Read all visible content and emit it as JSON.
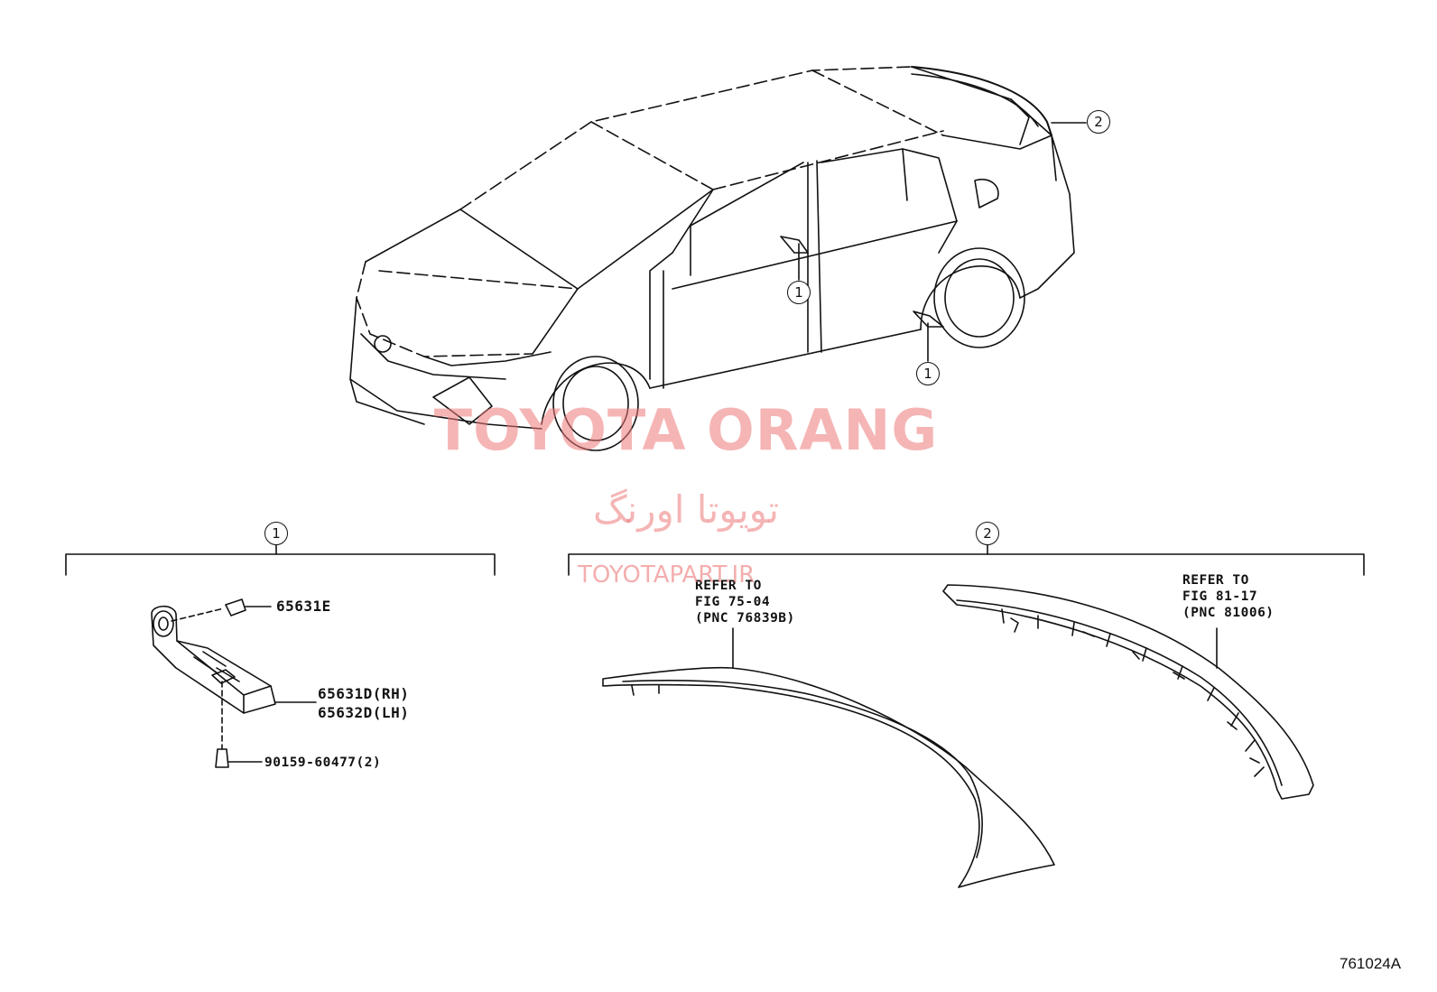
{
  "callouts": {
    "c1": "1",
    "c2": "2"
  },
  "watermark": {
    "main": "TOYOTA ORANG",
    "persian": "تویوتا اورنگ",
    "url": "TOYOTAPART.IR"
  },
  "parts": {
    "clip": "65631E",
    "protector_rh": "65631D(RH)",
    "protector_lh": "65632D(LH)",
    "screw": "90159-60477(2)"
  },
  "refer_left": {
    "line1": "REFER TO",
    "line2": "FIG 75-04",
    "line3": "(PNC 76839B)"
  },
  "refer_right": {
    "line1": "REFER TO",
    "line2": "FIG 81-17",
    "line3": "(PNC 81006)"
  },
  "figure_number": "761024A",
  "colors": {
    "line": "#111111",
    "watermark": "#ec7878"
  }
}
